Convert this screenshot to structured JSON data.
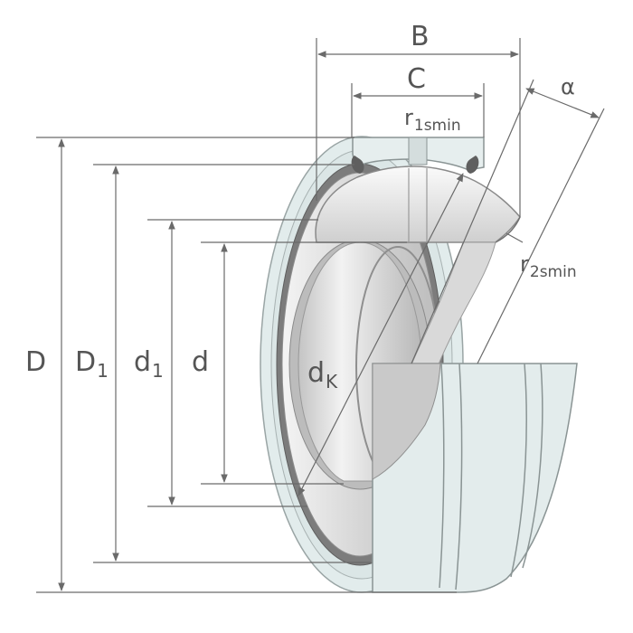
{
  "labels": {
    "B": {
      "main": "B",
      "sub": ""
    },
    "C": {
      "main": "C",
      "sub": ""
    },
    "alpha": {
      "main": "α",
      "sub": ""
    },
    "r1": {
      "main": "r",
      "sub": "1smin"
    },
    "r2": {
      "main": "r",
      "sub": "2smin"
    },
    "D": {
      "main": "D",
      "sub": ""
    },
    "D1": {
      "main": "D",
      "sub": "1"
    },
    "d1": {
      "main": "d",
      "sub": "1"
    },
    "d": {
      "main": "d",
      "sub": ""
    },
    "dK": {
      "main": "d",
      "sub": "K"
    }
  },
  "colors": {
    "outer_ring": "#dfeaea",
    "outer_ring_edge": "#9aa5a5",
    "inner_ring": "#d8d8d8",
    "seal": "#7c7c7c",
    "dimension_line": "#6a6a6a",
    "label_text": "#555555"
  }
}
